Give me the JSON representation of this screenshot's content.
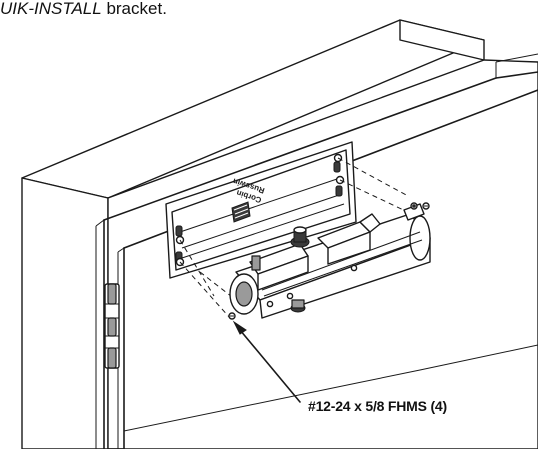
{
  "caption": {
    "italic": "UIK-INSTALL",
    "rest": " bracket."
  },
  "bracket_brand": {
    "line1": "Corbin",
    "line2": "Russwin"
  },
  "callout": {
    "label": "#12-24 x 5/8 FHMS (4)"
  },
  "icons": {
    "hinge": "hinge-icon",
    "screw": "screw-icon",
    "arrow": "arrowhead-icon"
  },
  "colors": {
    "line": "#1a1a1a",
    "shade": "#9a9a9a",
    "dark": "#3a3a3a"
  }
}
